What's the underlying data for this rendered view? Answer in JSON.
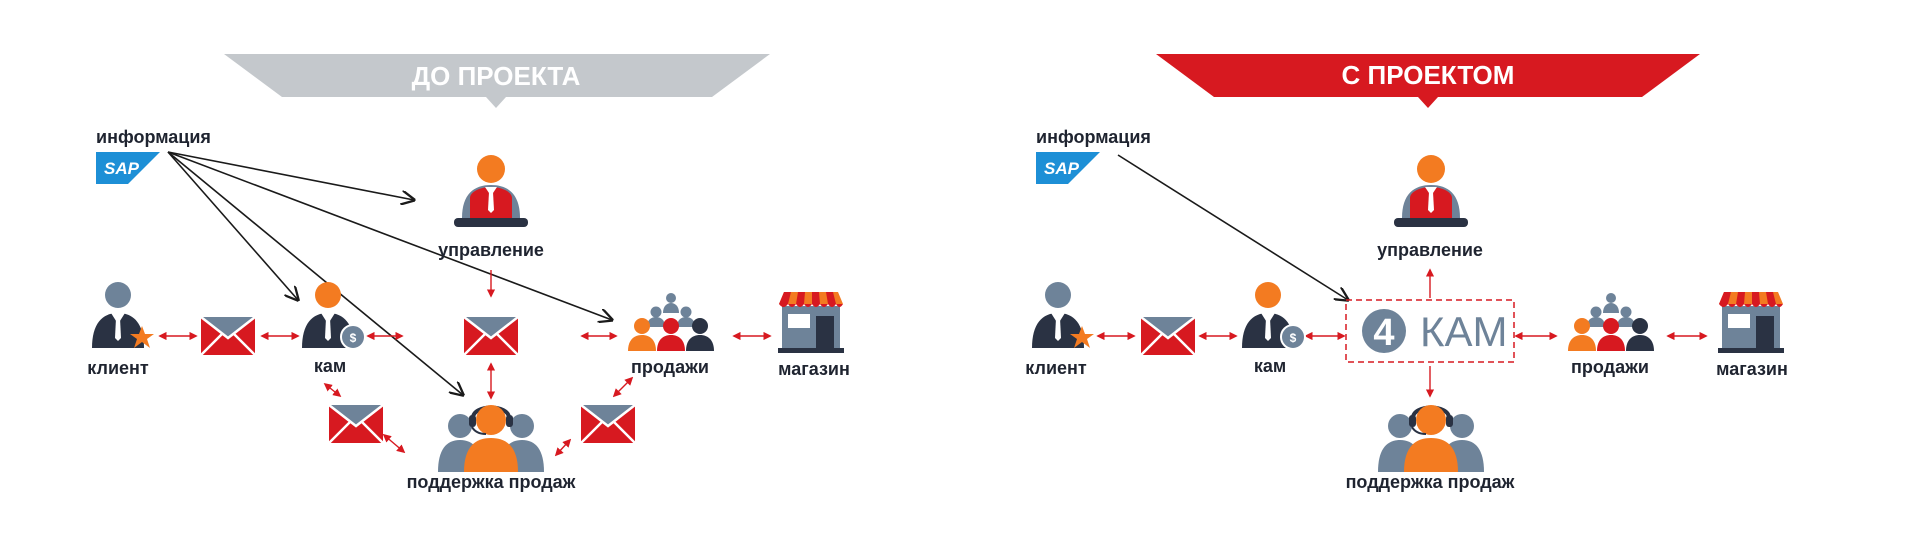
{
  "colors": {
    "navy": "#2a3243",
    "slate": "#6e8399",
    "orange": "#f37b21",
    "red": "#d71920",
    "grey_banner": "#c4c8cc",
    "red_banner": "#d71920",
    "sap_blue": "#1d8fd6",
    "arrow_red": "#d71920",
    "arrow_black": "#1a1a1a"
  },
  "before": {
    "banner": "ДО ПРОЕКТА",
    "info_label": "информация",
    "sap_logo": "SAP",
    "client_label": "клиент",
    "kam_label": "кам",
    "management_label": "управление",
    "sales_label": "продажи",
    "store_label": "магазин",
    "support_label": "поддержка продаж"
  },
  "after": {
    "banner": "С ПРОЕКТОМ",
    "info_label": "информация",
    "sap_logo": "SAP",
    "client_label": "клиент",
    "kam_label": "кам",
    "management_label": "управление",
    "sales_label": "продажи",
    "store_label": "магазин",
    "support_label": "поддержка продаж",
    "hub_digit": "4",
    "hub_text": "КАМ"
  },
  "icons": {
    "person": "person-icon",
    "envelope": "envelope-icon",
    "store": "store-icon",
    "group": "group-icon",
    "support": "support-team-icon",
    "manager": "manager-icon",
    "sap": "sap-logo"
  }
}
